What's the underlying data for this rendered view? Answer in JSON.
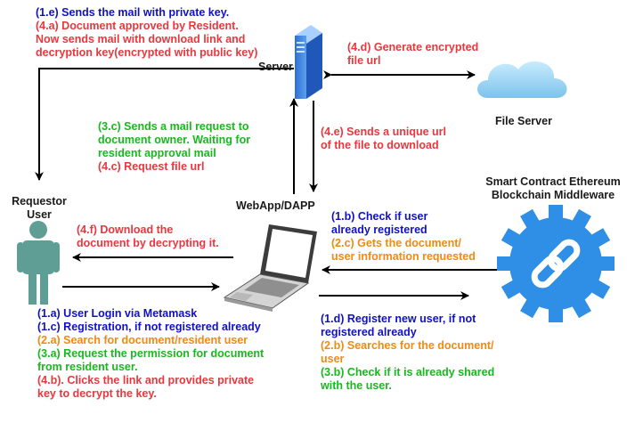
{
  "nodes": {
    "server_label": "Server",
    "file_server_label": "File Server",
    "webapp_label": "WebApp/DAPP",
    "requestor_label": [
      "Requestor",
      "User"
    ],
    "smart_contract_label": [
      "Smart Contract Ethereum",
      "Blockchain Middleware"
    ]
  },
  "top_left": [
    {
      "text": "(1.e) Sends the mail with private key.",
      "color": "blue"
    },
    {
      "text": "(4.a) Document approved by Resident.",
      "color": "red"
    },
    {
      "text": "Now sends mail with download link and",
      "color": "red"
    },
    {
      "text": "decryption key(encrypted with public key)",
      "color": "red"
    }
  ],
  "generate_url": [
    {
      "text": "(4.d) Generate encrypted",
      "color": "red"
    },
    {
      "text": "file url",
      "color": "red"
    }
  ],
  "mail_request": [
    {
      "text": "(3.c) Sends a mail request to",
      "color": "green"
    },
    {
      "text": "document  owner. Waiting for",
      "color": "green"
    },
    {
      "text": "resident approval mail",
      "color": "green"
    },
    {
      "text": "(4.c) Request file url",
      "color": "red"
    }
  ],
  "unique_url": [
    {
      "text": "(4.e) Sends a unique url",
      "color": "red"
    },
    {
      "text": "of the file to download",
      "color": "red"
    }
  ],
  "download": [
    {
      "text": "(4.f) Download the",
      "color": "red"
    },
    {
      "text": "document by decrypting it.",
      "color": "red"
    }
  ],
  "check_user": [
    {
      "text": "(1.b) Check if user",
      "color": "blue"
    },
    {
      "text": "already registered",
      "color": "blue"
    },
    {
      "text": "(2.c) Gets the document/",
      "color": "orange"
    },
    {
      "text": "user  information requested",
      "color": "orange"
    }
  ],
  "user_actions": [
    {
      "text": "(1.a) User Login via Metamask",
      "color": "blue"
    },
    {
      "text": "(1.c) Registration, if not registered already",
      "color": "blue"
    },
    {
      "text": "(2.a) Search for document/resident user",
      "color": "orange"
    },
    {
      "text": "(3.a) Request the permission for document",
      "color": "green"
    },
    {
      "text": "from resident user.",
      "color": "green"
    },
    {
      "text": "(4.b). Clicks the link and provides private",
      "color": "red"
    },
    {
      "text": "key to decrypt the key.",
      "color": "red"
    }
  ],
  "register": [
    {
      "text": "(1.d) Register new user, if not",
      "color": "blue"
    },
    {
      "text": "registered already",
      "color": "blue"
    },
    {
      "text": "(2.b) Searches for the document/",
      "color": "orange"
    },
    {
      "text": "user",
      "color": "orange"
    },
    {
      "text": "(3.b) Check if it is already shared",
      "color": "green"
    },
    {
      "text": "with the user.",
      "color": "green"
    }
  ],
  "colors": {
    "blue": "#1010c8",
    "red": "#e8383d",
    "green": "#18b81e",
    "orange": "#f08a12",
    "server_blue": "#3a78d8",
    "cloud": "#8fcdf0",
    "gear": "#2f8fe6",
    "user": "#5f9e94",
    "arrow": "#000000"
  },
  "icons": [
    "server-icon",
    "cloud-icon",
    "laptop-icon",
    "user-icon",
    "gear-chain-icon"
  ]
}
